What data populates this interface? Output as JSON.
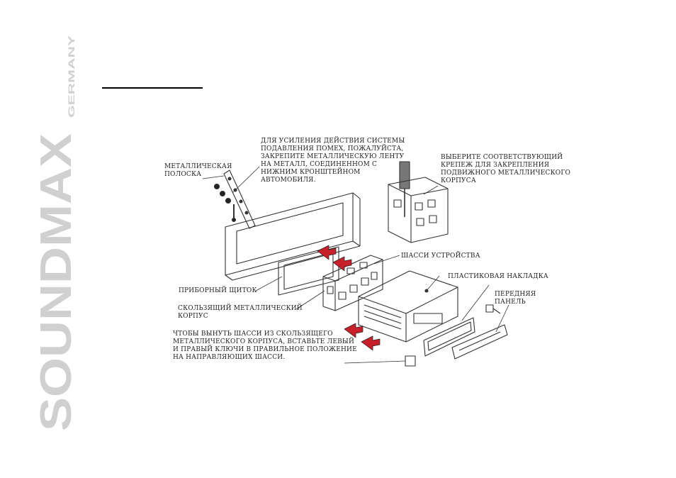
{
  "brand": {
    "name": "SOUNDMAX",
    "sub": "GERMANY",
    "color": "#d0d0d0"
  },
  "diagram": {
    "arrow_color": "#c8202a",
    "labels": {
      "metal_strip": [
        "МЕТАЛЛИЧЕСКАЯ",
        "ПОЛОСКА"
      ],
      "interference": [
        "ДЛЯ УСИЛЕНИЯ ДЕЙСТВИЯ СИСТЕМЫ",
        "ПОДАВЛЕНИЯ ПОМЕХ, ПОЖАЛУЙСТА,",
        "ЗАКРЕПИТЕ МЕТАЛЛИЧЕСКУЮ ЛЕНТУ",
        "НА МЕТАЛЛ, СОЕДИНЕННОМ С",
        "НИЖНИМ КРОНШТЕЙНОМ",
        "АВТОМОБИЛЯ."
      ],
      "fastener": [
        "ВЫБЕРИТЕ СООТВЕТСТВУЮЩИЙ",
        "КРЕПЕЖ ДЛЯ ЗАКРЕПЛЕНИЯ",
        "ПОДВИЖНОГО МЕТАЛЛИЧЕСКОГО",
        "КОРПУСА"
      ],
      "chassis": [
        "ШАССИ УСТРОЙСТВА"
      ],
      "plastic_trim": [
        "ПЛАСТИКОВАЯ НАКЛАДКА"
      ],
      "front_panel": [
        "ПЕРЕДНЯЯ",
        "ПАНЕЛЬ"
      ],
      "dashboard": [
        "ПРИБОРНЫЙ ЩИТОК"
      ],
      "sleeve": [
        "СКОЛЬЗЯЩИЙ МЕТАЛЛИЧЕСКИЙ",
        "КОРПУС"
      ],
      "remove": [
        "ЧТОБЫ ВЫНУТЬ ШАССИ ИЗ СКОЛЬЗЯЩЕГО",
        "МЕТАЛЛИЧЕСКОГО КОРПУСА, ВСТАВЬТЕ ЛЕВЫЙ",
        "И ПРАВЫЙ КЛЮЧИ В ПРАВИЛЬНОЕ ПОЛОЖЕНИЕ",
        "НА НАПРАВЛЯЮЩИХ ШАССИ."
      ]
    }
  }
}
